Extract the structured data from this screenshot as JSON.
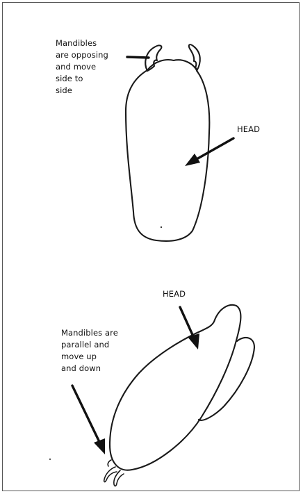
{
  "diagram": {
    "top": {
      "mandibles_label": "Mandibles\nare opposing\nand move\nside to\nside",
      "head_label": "HEAD"
    },
    "bottom": {
      "head_label": "HEAD",
      "mandibles_label": "Mandibles are\nparallel and\nmove up\nand down"
    }
  }
}
